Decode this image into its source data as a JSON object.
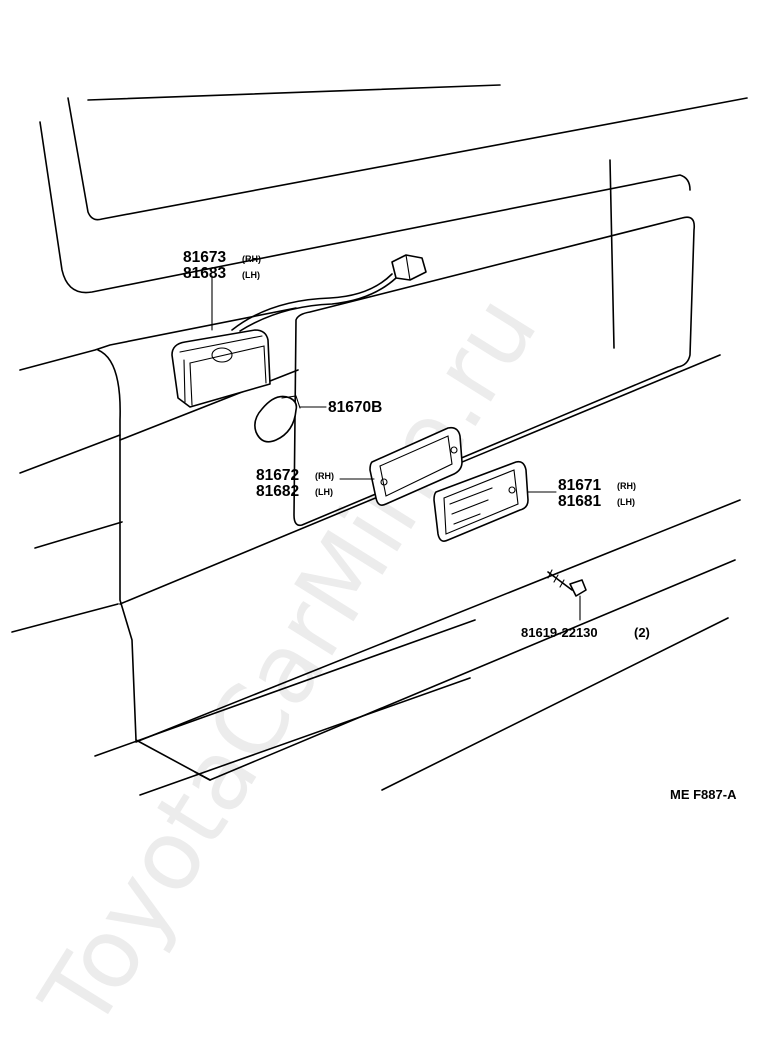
{
  "watermark": "ToyotaCarMine.ru",
  "diagram_ref": "ME F887-A",
  "parts": {
    "lamp_housing": {
      "rh": "81673",
      "rh_tag": "(RH)",
      "lh": "81683",
      "lh_tag": "(LH)"
    },
    "bulb": {
      "number": "81670B"
    },
    "gasket": {
      "rh": "81672",
      "rh_tag": "(RH)",
      "lh": "81682",
      "lh_tag": "(LH)"
    },
    "lens": {
      "rh": "81671",
      "rh_tag": "(RH)",
      "lh": "81681",
      "lh_tag": "(LH)"
    },
    "screw": {
      "number": "81619-22130",
      "qty": "(2)"
    }
  }
}
